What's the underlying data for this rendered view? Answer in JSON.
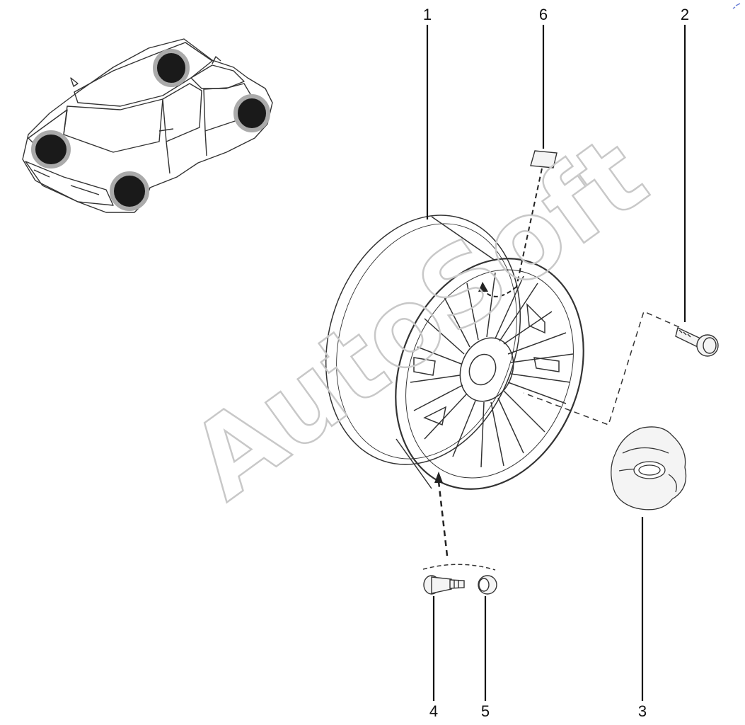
{
  "diagram": {
    "callouts": [
      "1",
      "2",
      "3",
      "4",
      "5",
      "6"
    ],
    "watermark": "AutoSoft",
    "colors": {
      "ink": "#111111",
      "line": "#333333",
      "highlight": "#1a1a1a",
      "watermark": "#c8c8c8",
      "background": "#ffffff"
    }
  }
}
